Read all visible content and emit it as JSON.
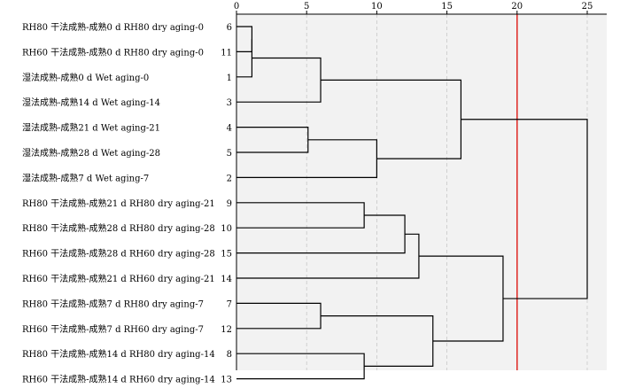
{
  "chart_data": {
    "type": "dendrogram",
    "x_ticks": [
      0,
      5,
      10,
      15,
      20,
      25
    ],
    "xlim": [
      0,
      25
    ],
    "grid": true,
    "cut_line": {
      "value": 20,
      "color": "#e0332f"
    },
    "colors": {
      "plot_background": "#f2f2f2",
      "link": "#000000",
      "grid": "#c8c8c8"
    },
    "leaves": [
      {
        "id": "6",
        "label": "RH80 干法成熟-成熟0 d RH80 dry aging-0"
      },
      {
        "id": "11",
        "label": "RH60 干法成熟-成熟0 d RH80 dry aging-0"
      },
      {
        "id": "1",
        "label": "湿法成熟-成熟0 d Wet aging-0"
      },
      {
        "id": "3",
        "label": "湿法成熟-成熟14 d Wet aging-14"
      },
      {
        "id": "4",
        "label": "湿法成熟-成熟21 d Wet aging-21"
      },
      {
        "id": "5",
        "label": "湿法成熟-成熟28 d Wet aging-28"
      },
      {
        "id": "2",
        "label": "湿法成熟-成熟7 d Wet aging-7"
      },
      {
        "id": "9",
        "label": "RH80 干法成熟-成熟21 d RH80 dry aging-21"
      },
      {
        "id": "10",
        "label": "RH80 干法成熟-成熟28 d RH80 dry aging-28"
      },
      {
        "id": "15",
        "label": "RH60 干法成熟-成熟28 d RH60 dry aging-28"
      },
      {
        "id": "14",
        "label": "RH60 干法成熟-成熟21 d RH60 dry aging-21"
      },
      {
        "id": "7",
        "label": "RH80 干法成熟-成熟7 d RH80 dry aging-7"
      },
      {
        "id": "12",
        "label": "RH60 干法成熟-成熟7 d RH60 dry aging-7"
      },
      {
        "id": "8",
        "label": "RH80 干法成熟-成熟14 d RH80 dry aging-14"
      },
      {
        "id": "13",
        "label": "RH60 干法成熟-成熟14 d RH60 dry aging-14"
      }
    ],
    "merges": [
      {
        "a": "L0",
        "b": "L1",
        "distance": 1.1
      },
      {
        "a": "M0",
        "b": "L2",
        "distance": 1.1
      },
      {
        "a": "M1",
        "b": "L3",
        "distance": 6.0
      },
      {
        "a": "L4",
        "b": "L5",
        "distance": 5.1
      },
      {
        "a": "M3",
        "b": "L6",
        "distance": 10.0
      },
      {
        "a": "M2",
        "b": "M4",
        "distance": 16.0
      },
      {
        "a": "L7",
        "b": "L8",
        "distance": 9.1
      },
      {
        "a": "M6",
        "b": "L9",
        "distance": 12.0
      },
      {
        "a": "M7",
        "b": "L10",
        "distance": 13.0
      },
      {
        "a": "L11",
        "b": "L12",
        "distance": 6.0
      },
      {
        "a": "L13",
        "b": "L14",
        "distance": 9.1
      },
      {
        "a": "M9",
        "b": "M10",
        "distance": 14.0
      },
      {
        "a": "M8",
        "b": "M11",
        "distance": 19.0
      },
      {
        "a": "M5",
        "b": "M12",
        "distance": 25.0
      }
    ]
  }
}
